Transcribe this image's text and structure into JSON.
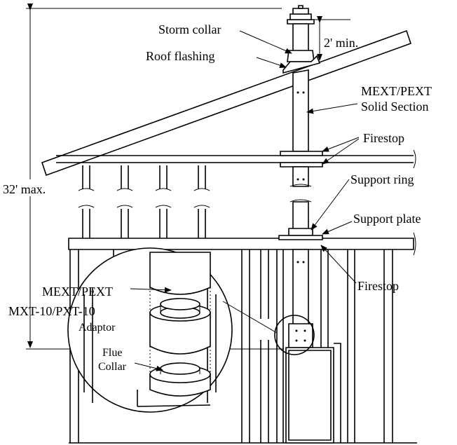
{
  "labels": {
    "storm_collar": "Storm collar",
    "roof_flashing": "Roof flashing",
    "clearance": "2' min.",
    "solid_section_1": "MEXT/PEXT",
    "solid_section_2": "Solid Section",
    "firestop_upper": "Firestop",
    "support_ring": "Support ring",
    "support_plate": "Support plate",
    "firestop_lower": "Firestop",
    "max_height": "32' max.",
    "inset_pipe": "MEXT/PEXT",
    "inset_adaptor_1": "MXT-10/PXT-10",
    "inset_adaptor_2": "Adaptor",
    "inset_collar_1": "Flue",
    "inset_collar_2": "Collar"
  }
}
